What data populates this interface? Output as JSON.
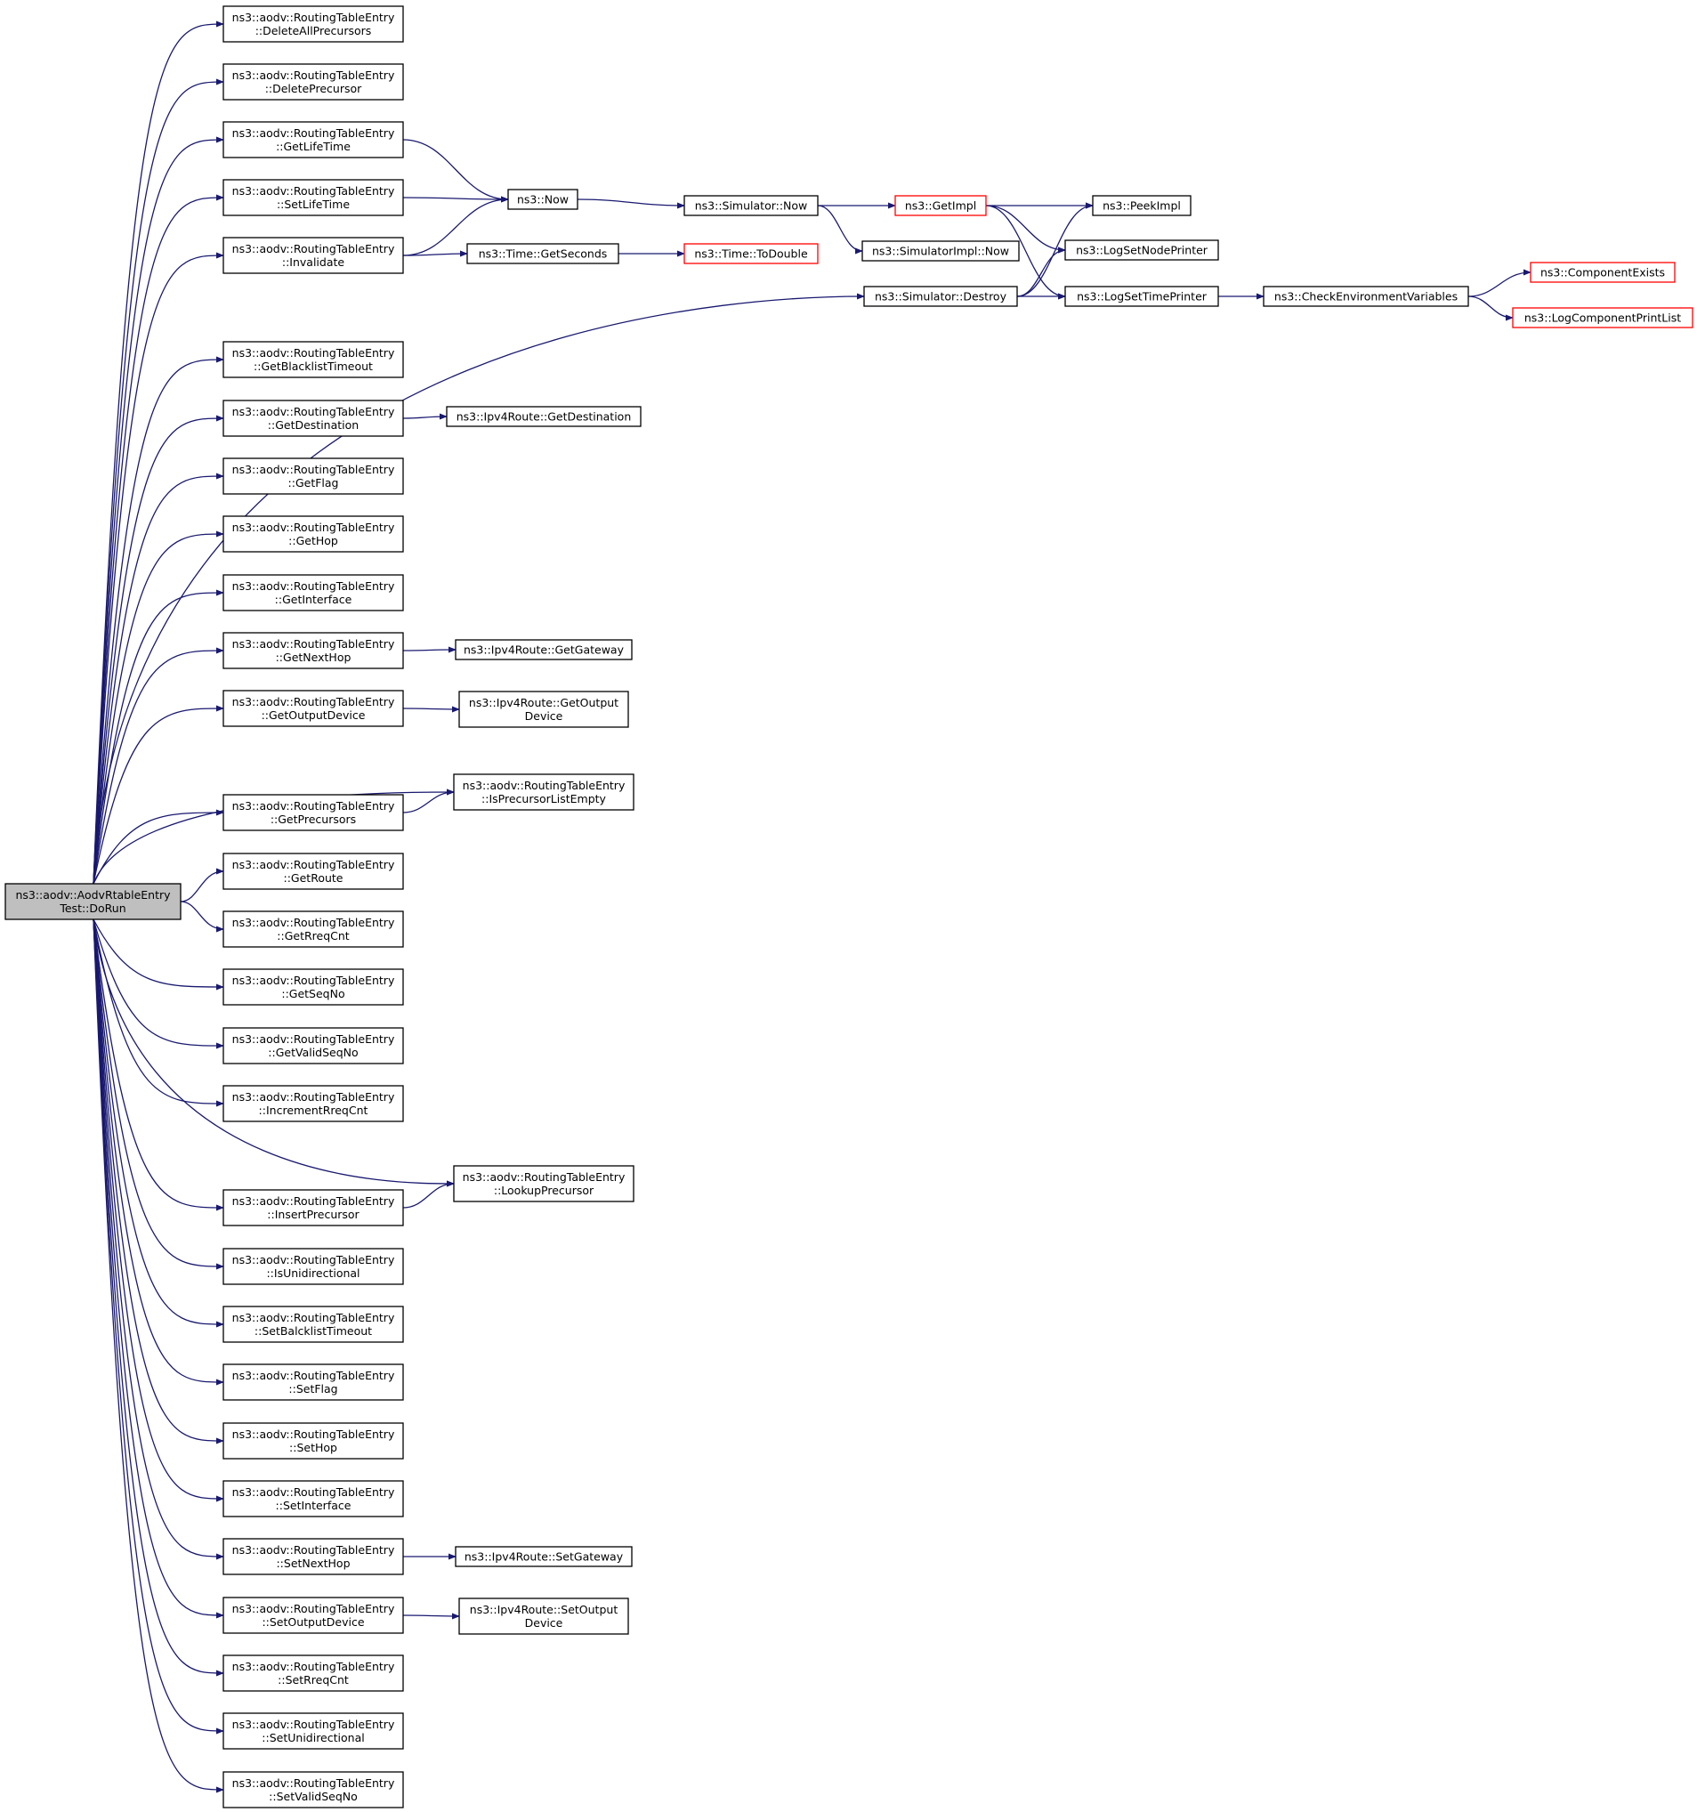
{
  "colors": {
    "edge": "#191970",
    "root_fill": "#bfbfbf",
    "red_border": "#ff0000"
  },
  "nodes": {
    "root": {
      "lines": [
        "ns3::aodv::AodvRtableEntry",
        "Test::DoRun"
      ],
      "style": "root"
    },
    "n1": {
      "lines": [
        "ns3::aodv::RoutingTableEntry",
        "::DeleteAllPrecursors"
      ]
    },
    "n2": {
      "lines": [
        "ns3::aodv::RoutingTableEntry",
        "::DeletePrecursor"
      ]
    },
    "n3": {
      "lines": [
        "ns3::aodv::RoutingTableEntry",
        "::GetLifeTime"
      ]
    },
    "n4": {
      "lines": [
        "ns3::aodv::RoutingTableEntry",
        "::SetLifeTime"
      ]
    },
    "n5": {
      "lines": [
        "ns3::aodv::RoutingTableEntry",
        "::Invalidate"
      ]
    },
    "n6": {
      "lines": [
        "ns3::aodv::RoutingTableEntry",
        "::GetBlacklistTimeout"
      ]
    },
    "n7": {
      "lines": [
        "ns3::aodv::RoutingTableEntry",
        "::GetDestination"
      ]
    },
    "n8": {
      "lines": [
        "ns3::aodv::RoutingTableEntry",
        "::GetFlag"
      ]
    },
    "n9": {
      "lines": [
        "ns3::aodv::RoutingTableEntry",
        "::GetHop"
      ]
    },
    "n10": {
      "lines": [
        "ns3::aodv::RoutingTableEntry",
        "::GetInterface"
      ]
    },
    "n11": {
      "lines": [
        "ns3::aodv::RoutingTableEntry",
        "::GetNextHop"
      ]
    },
    "n12": {
      "lines": [
        "ns3::aodv::RoutingTableEntry",
        "::GetOutputDevice"
      ]
    },
    "n13": {
      "lines": [
        "ns3::aodv::RoutingTableEntry",
        "::GetPrecursors"
      ]
    },
    "n14": {
      "lines": [
        "ns3::aodv::RoutingTableEntry",
        "::GetRoute"
      ]
    },
    "n15": {
      "lines": [
        "ns3::aodv::RoutingTableEntry",
        "::GetRreqCnt"
      ]
    },
    "n16": {
      "lines": [
        "ns3::aodv::RoutingTableEntry",
        "::GetSeqNo"
      ]
    },
    "n17": {
      "lines": [
        "ns3::aodv::RoutingTableEntry",
        "::GetValidSeqNo"
      ]
    },
    "n18": {
      "lines": [
        "ns3::aodv::RoutingTableEntry",
        "::IncrementRreqCnt"
      ]
    },
    "n19": {
      "lines": [
        "ns3::aodv::RoutingTableEntry",
        "::InsertPrecursor"
      ]
    },
    "n20": {
      "lines": [
        "ns3::aodv::RoutingTableEntry",
        "::IsUnidirectional"
      ]
    },
    "n21": {
      "lines": [
        "ns3::aodv::RoutingTableEntry",
        "::SetBalcklistTimeout"
      ]
    },
    "n22": {
      "lines": [
        "ns3::aodv::RoutingTableEntry",
        "::SetFlag"
      ]
    },
    "n23": {
      "lines": [
        "ns3::aodv::RoutingTableEntry",
        "::SetHop"
      ]
    },
    "n24": {
      "lines": [
        "ns3::aodv::RoutingTableEntry",
        "::SetInterface"
      ]
    },
    "n25": {
      "lines": [
        "ns3::aodv::RoutingTableEntry",
        "::SetNextHop"
      ]
    },
    "n26": {
      "lines": [
        "ns3::aodv::RoutingTableEntry",
        "::SetOutputDevice"
      ]
    },
    "n27": {
      "lines": [
        "ns3::aodv::RoutingTableEntry",
        "::SetRreqCnt"
      ]
    },
    "n28": {
      "lines": [
        "ns3::aodv::RoutingTableEntry",
        "::SetUnidirectional"
      ]
    },
    "n29": {
      "lines": [
        "ns3::aodv::RoutingTableEntry",
        "::SetValidSeqNo"
      ]
    },
    "now": {
      "lines": [
        "ns3::Now"
      ]
    },
    "getseconds": {
      "lines": [
        "ns3::Time::GetSeconds"
      ]
    },
    "todouble": {
      "lines": [
        "ns3::Time::ToDouble"
      ],
      "style": "red"
    },
    "simnow": {
      "lines": [
        "ns3::Simulator::Now"
      ]
    },
    "getimpl": {
      "lines": [
        "ns3::GetImpl"
      ],
      "style": "red"
    },
    "simimplnow": {
      "lines": [
        "ns3::SimulatorImpl::Now"
      ]
    },
    "destroy": {
      "lines": [
        "ns3::Simulator::Destroy"
      ]
    },
    "peekimpl": {
      "lines": [
        "ns3::PeekImpl"
      ]
    },
    "lognode": {
      "lines": [
        "ns3::LogSetNodePrinter"
      ]
    },
    "logtime": {
      "lines": [
        "ns3::LogSetTimePrinter"
      ]
    },
    "checkenv": {
      "lines": [
        "ns3::CheckEnvironmentVariables"
      ]
    },
    "compexists": {
      "lines": [
        "ns3::ComponentExists"
      ],
      "style": "red"
    },
    "logprint": {
      "lines": [
        "ns3::LogComponentPrintList"
      ],
      "style": "red"
    },
    "ipv4getdest": {
      "lines": [
        "ns3::Ipv4Route::GetDestination"
      ]
    },
    "ipv4getgw": {
      "lines": [
        "ns3::Ipv4Route::GetGateway"
      ]
    },
    "ipv4getout": {
      "lines": [
        "ns3::Ipv4Route::GetOutput",
        "Device"
      ]
    },
    "isprecempty": {
      "lines": [
        "ns3::aodv::RoutingTableEntry",
        "::IsPrecursorListEmpty"
      ]
    },
    "lookupprec": {
      "lines": [
        "ns3::aodv::RoutingTableEntry",
        "::LookupPrecursor"
      ]
    },
    "ipv4setgw": {
      "lines": [
        "ns3::Ipv4Route::SetGateway"
      ]
    },
    "ipv4setout": {
      "lines": [
        "ns3::Ipv4Route::SetOutput",
        "Device"
      ]
    }
  },
  "edges": [
    [
      "root",
      "n1"
    ],
    [
      "root",
      "n2"
    ],
    [
      "root",
      "n3"
    ],
    [
      "root",
      "n4"
    ],
    [
      "root",
      "n5"
    ],
    [
      "root",
      "destroy"
    ],
    [
      "root",
      "n6"
    ],
    [
      "root",
      "n7"
    ],
    [
      "root",
      "n8"
    ],
    [
      "root",
      "n9"
    ],
    [
      "root",
      "n10"
    ],
    [
      "root",
      "n11"
    ],
    [
      "root",
      "n12"
    ],
    [
      "root",
      "isprecempty"
    ],
    [
      "root",
      "n13"
    ],
    [
      "root",
      "n14"
    ],
    [
      "root",
      "n15"
    ],
    [
      "root",
      "n16"
    ],
    [
      "root",
      "n17"
    ],
    [
      "root",
      "n18"
    ],
    [
      "root",
      "lookupprec"
    ],
    [
      "root",
      "n19"
    ],
    [
      "root",
      "n20"
    ],
    [
      "root",
      "n21"
    ],
    [
      "root",
      "n22"
    ],
    [
      "root",
      "n23"
    ],
    [
      "root",
      "n24"
    ],
    [
      "root",
      "n25"
    ],
    [
      "root",
      "n26"
    ],
    [
      "root",
      "n27"
    ],
    [
      "root",
      "n28"
    ],
    [
      "root",
      "n29"
    ],
    [
      "n3",
      "now"
    ],
    [
      "n4",
      "now"
    ],
    [
      "n5",
      "now"
    ],
    [
      "n5",
      "getseconds"
    ],
    [
      "now",
      "simnow"
    ],
    [
      "getseconds",
      "todouble"
    ],
    [
      "simnow",
      "getimpl"
    ],
    [
      "simnow",
      "simimplnow"
    ],
    [
      "getimpl",
      "peekimpl"
    ],
    [
      "getimpl",
      "lognode"
    ],
    [
      "getimpl",
      "logtime"
    ],
    [
      "destroy",
      "peekimpl"
    ],
    [
      "destroy",
      "lognode"
    ],
    [
      "destroy",
      "logtime"
    ],
    [
      "logtime",
      "checkenv"
    ],
    [
      "checkenv",
      "compexists"
    ],
    [
      "checkenv",
      "logprint"
    ],
    [
      "n7",
      "ipv4getdest"
    ],
    [
      "n11",
      "ipv4getgw"
    ],
    [
      "n12",
      "ipv4getout"
    ],
    [
      "n13",
      "isprecempty"
    ],
    [
      "n19",
      "lookupprec"
    ],
    [
      "n25",
      "ipv4setgw"
    ],
    [
      "n26",
      "ipv4setout"
    ]
  ]
}
